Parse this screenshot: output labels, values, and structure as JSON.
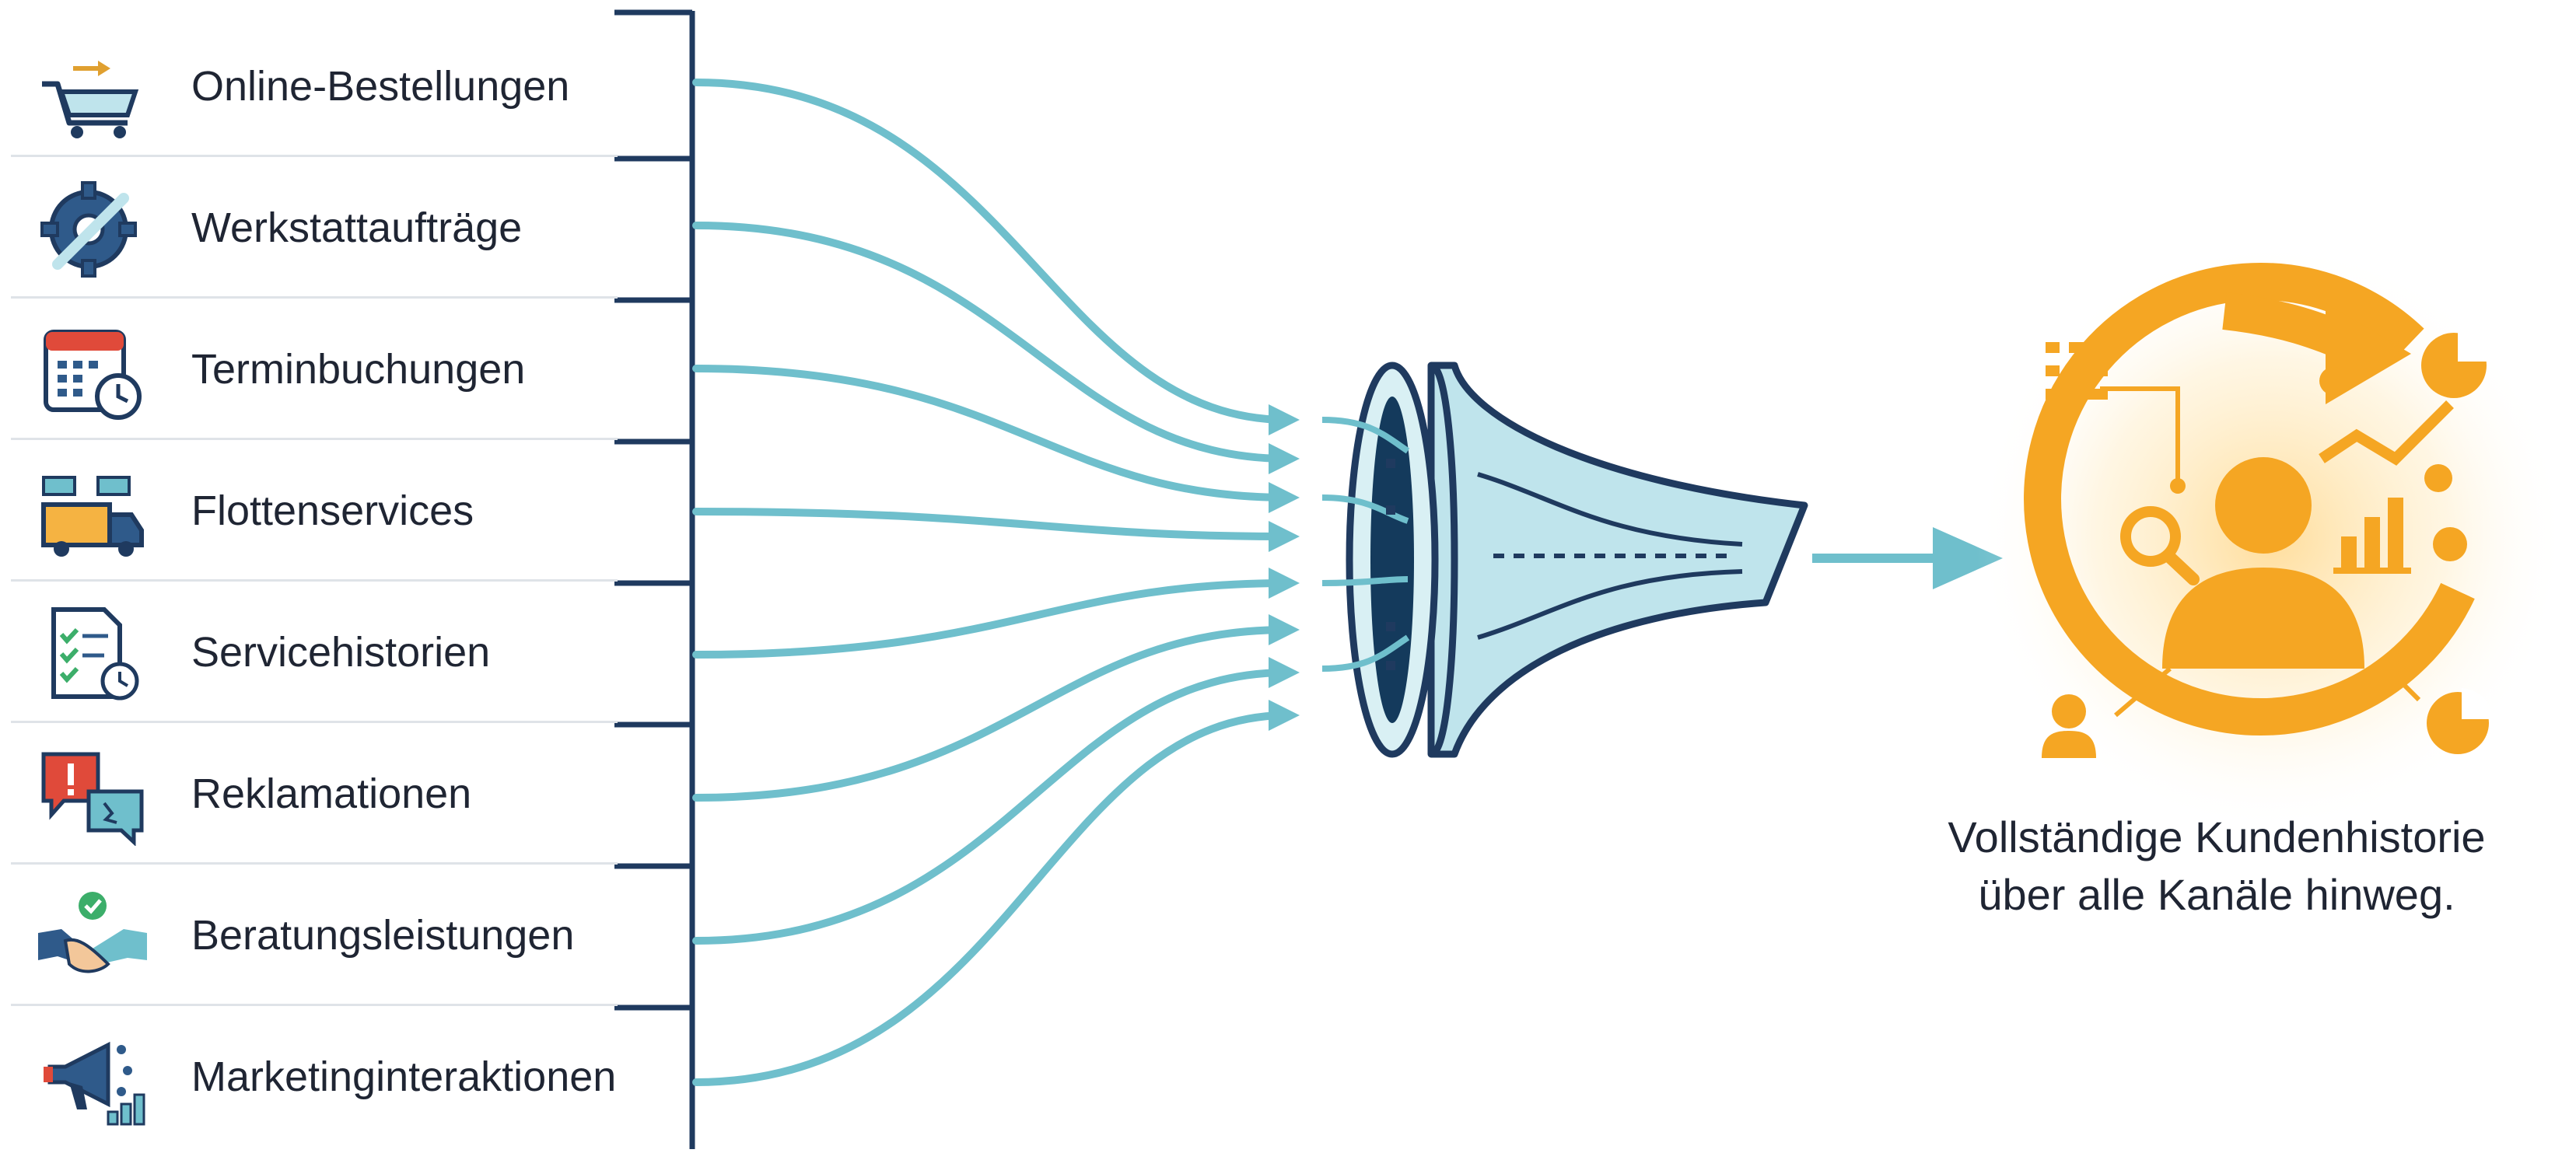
{
  "channels": [
    {
      "label": "Online-Bestellungen",
      "icon": "shopping-cart-icon"
    },
    {
      "label": "Werkstattaufträge",
      "icon": "gear-wrench-icon"
    },
    {
      "label": "Terminbuchungen",
      "icon": "calendar-clock-icon"
    },
    {
      "label": "Flottenservices",
      "icon": "truck-fleet-icon"
    },
    {
      "label": "Servicehistorien",
      "icon": "checklist-history-icon"
    },
    {
      "label": "Reklamationen",
      "icon": "complaint-chat-icon"
    },
    {
      "label": "Beratungsleistungen",
      "icon": "handshake-icon"
    },
    {
      "label": "Marketinginteraktionen",
      "icon": "megaphone-icon"
    }
  ],
  "result": {
    "caption_line1": "Vollständige Kundenhistorie",
    "caption_line2": "über alle Kanäle hinweg.",
    "icon": "customer-360-icon"
  },
  "funnel": {
    "icon": "data-funnel-icon"
  },
  "colors": {
    "flow": "#6fbfcc",
    "navy": "#1f3a5f",
    "accent_orange": "#f5a623",
    "funnel_fill": "#bfe4ec",
    "text": "#1f2533",
    "divider": "#dfe3e8"
  }
}
